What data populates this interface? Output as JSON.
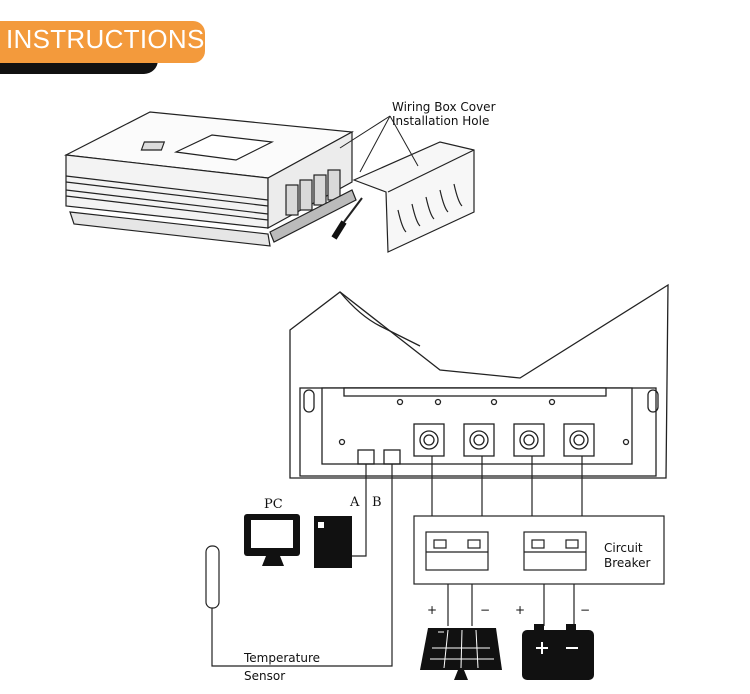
{
  "header": {
    "title": "INSTRUCTIONS",
    "accent_color": "#f39a3c"
  },
  "callout": {
    "line1": "Wiring Box Cover",
    "line2": "Installation Hole"
  },
  "labels": {
    "pc": "PC",
    "port_a": "A",
    "port_b": "B",
    "breaker_line1": "Circuit",
    "breaker_line2": "Breaker",
    "sensor_line1": "Temperature",
    "sensor_line2": "Sensor",
    "plus": "+",
    "minus": "−"
  }
}
